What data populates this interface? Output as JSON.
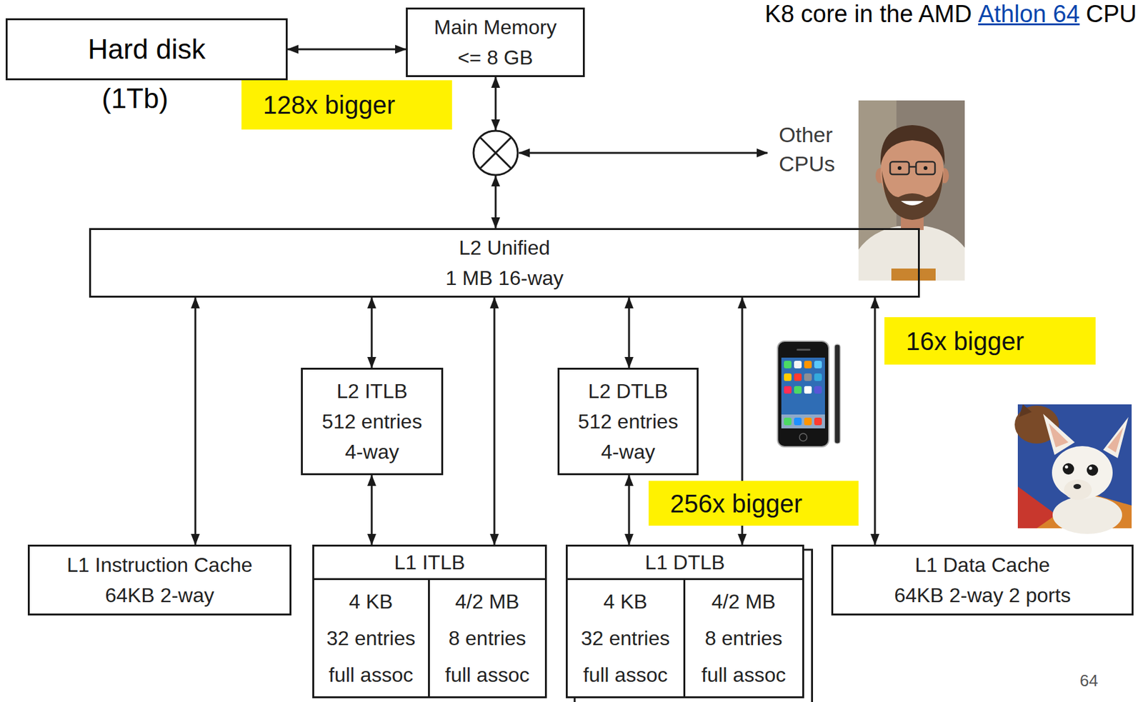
{
  "diagram": {
    "nodes": [
      {
        "text": [
          "Hard disk"
        ]
      },
      {
        "text": [
          "Main Memory",
          "<= 8 GB"
        ]
      },
      {
        "text": [
          "128x bigger"
        ]
      },
      {
        "text": [
          "L2 Unified",
          "1 MB 16-way"
        ]
      },
      {
        "text": [
          "16x bigger"
        ]
      },
      {
        "text": [
          "L2 ITLB",
          "512 entries",
          "4-way"
        ]
      },
      {
        "text": [
          "L2 DTLB",
          "512 entries",
          "4-way"
        ]
      },
      {
        "text": [
          "256x bigger"
        ]
      },
      {
        "text": [
          "L1 Instruction Cache",
          "64KB 2-way"
        ]
      },
      {
        "text": [
          "L1 ITLB"
        ]
      },
      {
        "text": [
          "4 KB",
          "32 entries",
          "full assoc"
        ],
        "in": 9
      },
      {
        "text": [
          "4/2 MB",
          "8 entries",
          "full assoc"
        ],
        "in": 9
      },
      {
        "text": [
          "L1 DTLB"
        ]
      },
      {
        "text": [
          "4 KB",
          "32 entries",
          "full assoc"
        ],
        "in": 12
      },
      {
        "text": [
          "4/2 MB",
          "8 entries",
          "full assoc"
        ],
        "in": 12
      },
      {
        "text": [
          "L1 Data Cache",
          "64KB 2-way 2 ports"
        ]
      }
    ],
    "edges": [
      {
        "from": 0,
        "to": 1,
        "arrow": "both"
      },
      {
        "from": 1,
        "to": 3,
        "arrow": "both"
      },
      {
        "from": 3,
        "to": 8,
        "arrow": "both"
      },
      {
        "from": 3,
        "to": 5,
        "arrow": "both"
      },
      {
        "from": 5,
        "to": 9,
        "arrow": "both"
      },
      {
        "from": 3,
        "to": 9,
        "arrow": "both"
      },
      {
        "from": 3,
        "to": 6,
        "arrow": "both"
      },
      {
        "from": 6,
        "to": 12,
        "arrow": "both"
      },
      {
        "from": 3,
        "to": 12,
        "arrow": "both"
      },
      {
        "from": 3,
        "to": 15,
        "arrow": "both"
      }
    ],
    "labels": [
      "K8 core in the AMD",
      "Athlon 64",
      "CPU",
      "(1Tb)",
      "Other CPUs",
      "64"
    ]
  }
}
